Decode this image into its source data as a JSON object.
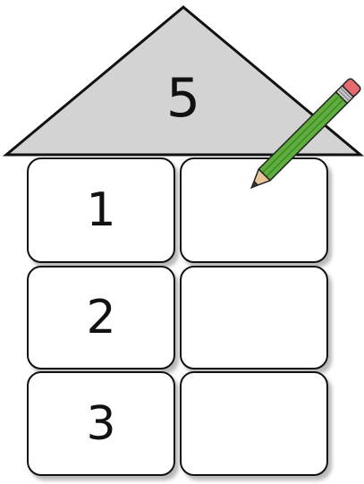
{
  "house": {
    "roof": {
      "number": "5"
    },
    "rows": [
      {
        "left": "1",
        "right": ""
      },
      {
        "left": "2",
        "right": ""
      },
      {
        "left": "3",
        "right": ""
      }
    ]
  },
  "colors": {
    "roof_fill": "#d3d3d3",
    "outline": "#111111",
    "pencil_body": "#5fad3c",
    "pencil_eraser": "#e36a6f",
    "pencil_ferrule": "#c9c9c9",
    "pencil_wood": "#e8c59a"
  },
  "icons": [
    "pencil-icon"
  ]
}
